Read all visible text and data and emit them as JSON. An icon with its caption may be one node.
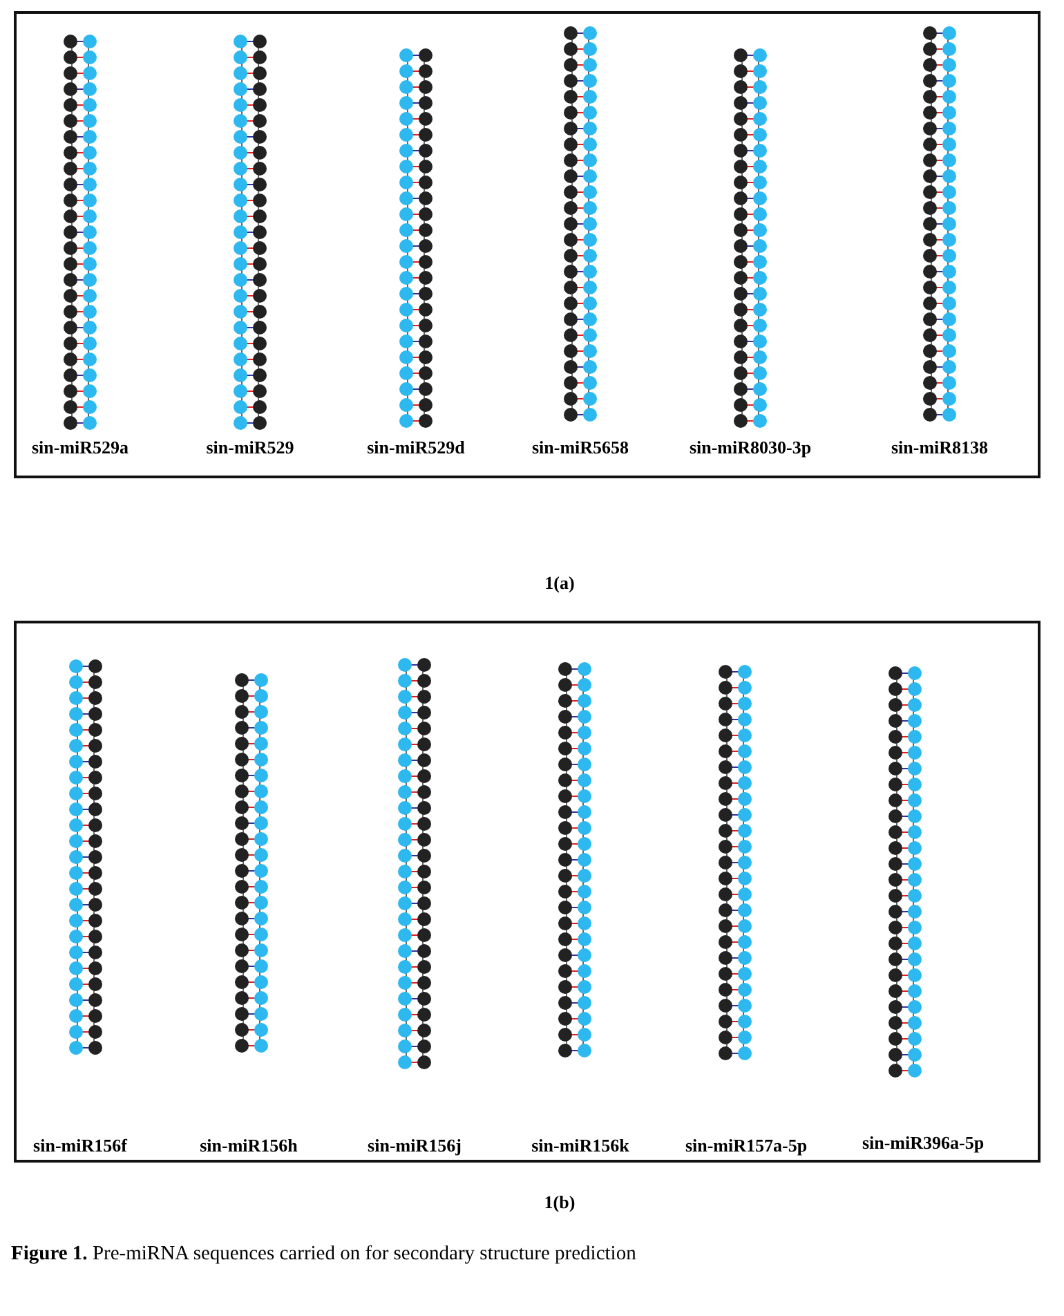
{
  "diagram": {
    "caption": "**Figure 1.** Pre-miRNA sequences carried on for secondary structure prediction",
    "labels": [
      "sin-miR529a",
      "sin-miR529",
      "sin-miR529d",
      "sin-miR5658",
      "sin-miR8030-3p",
      "sin-miR8138",
      "1(a)",
      "sin-miR156f",
      "sin-miR156h",
      "sin-miR156j",
      "sin-miR156k",
      "sin-miR157a-5p",
      "sin-miR396a-5p",
      "1(b)"
    ]
  }
}
